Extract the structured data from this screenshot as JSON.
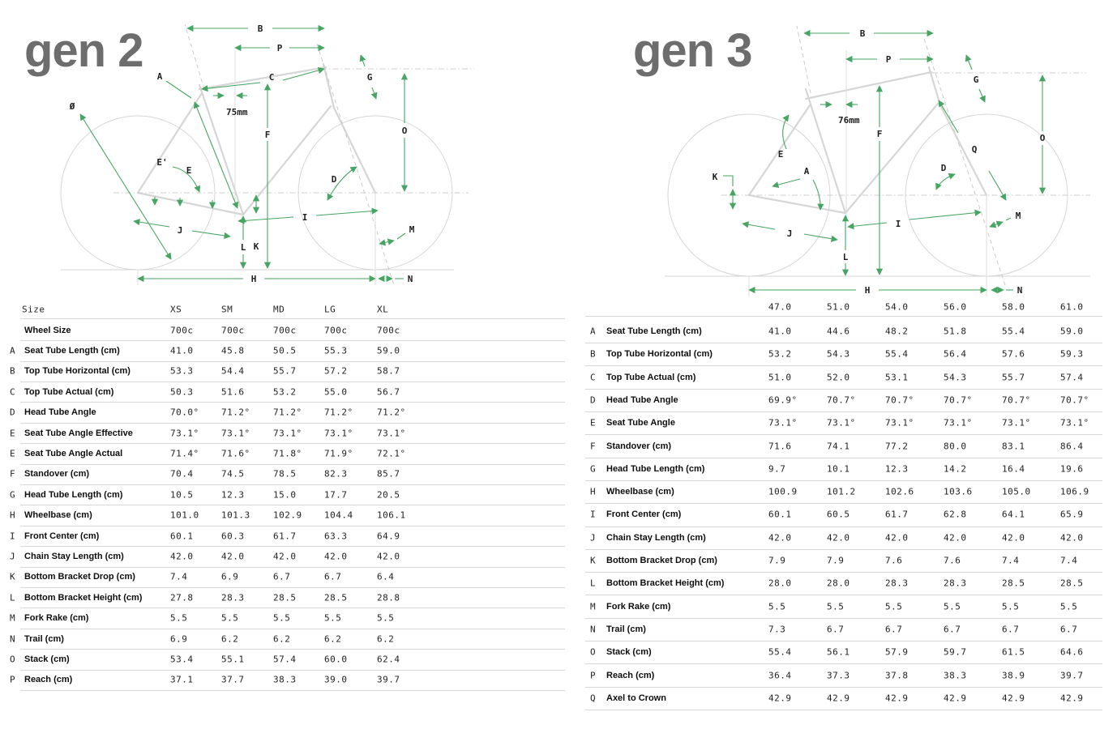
{
  "colors": {
    "accent_green": "#47a563",
    "frame_gray": "#d6d6d6",
    "title_gray": "#6d6d6d",
    "divider_gray": "#d7d7d7",
    "text": "#1f1f1f"
  },
  "gen2": {
    "title": "gen 2",
    "diagram_labels": {
      "diameter": "Ø",
      "A": "A",
      "B": "B",
      "P": "P",
      "C": "C",
      "G": "G",
      "O": "O",
      "F": "F",
      "E_prime": "E'",
      "E": "E",
      "D": "D",
      "I": "I",
      "J": "J",
      "K": "K",
      "L": "L",
      "M": "M",
      "H": "H",
      "N": "N",
      "offset": "75mm"
    },
    "table": {
      "corner": "Size",
      "columns": [
        "XS",
        "SM",
        "MD",
        "LG",
        "XL"
      ],
      "rows": [
        {
          "letter": "",
          "label": "Wheel Size",
          "values": [
            "700c",
            "700c",
            "700c",
            "700c",
            "700c"
          ]
        },
        {
          "letter": "A",
          "label": "Seat Tube Length (cm)",
          "values": [
            "41.0",
            "45.8",
            "50.5",
            "55.3",
            "59.0"
          ]
        },
        {
          "letter": "B",
          "label": "Top Tube Horizontal (cm)",
          "values": [
            "53.3",
            "54.4",
            "55.7",
            "57.2",
            "58.7"
          ]
        },
        {
          "letter": "C",
          "label": "Top Tube Actual (cm)",
          "values": [
            "50.3",
            "51.6",
            "53.2",
            "55.0",
            "56.7"
          ]
        },
        {
          "letter": "D",
          "label": "Head Tube Angle",
          "values": [
            "70.0°",
            "71.2°",
            "71.2°",
            "71.2°",
            "71.2°"
          ]
        },
        {
          "letter": "E",
          "label": "Seat Tube Angle Effective",
          "values": [
            "73.1°",
            "73.1°",
            "73.1°",
            "73.1°",
            "73.1°"
          ]
        },
        {
          "letter": "E",
          "label": "Seat Tube Angle Actual",
          "values": [
            "71.4°",
            "71.6°",
            "71.8°",
            "71.9°",
            "72.1°"
          ]
        },
        {
          "letter": "F",
          "label": "Standover (cm)",
          "values": [
            "70.4",
            "74.5",
            "78.5",
            "82.3",
            "85.7"
          ]
        },
        {
          "letter": "G",
          "label": "Head Tube Length (cm)",
          "values": [
            "10.5",
            "12.3",
            "15.0",
            "17.7",
            "20.5"
          ]
        },
        {
          "letter": "H",
          "label": "Wheelbase (cm)",
          "values": [
            "101.0",
            "101.3",
            "102.9",
            "104.4",
            "106.1"
          ]
        },
        {
          "letter": "I",
          "label": "Front Center (cm)",
          "values": [
            "60.1",
            "60.3",
            "61.7",
            "63.3",
            "64.9"
          ]
        },
        {
          "letter": "J",
          "label": "Chain Stay Length (cm)",
          "values": [
            "42.0",
            "42.0",
            "42.0",
            "42.0",
            "42.0"
          ]
        },
        {
          "letter": "K",
          "label": "Bottom Bracket Drop (cm)",
          "values": [
            "7.4",
            "6.9",
            "6.7",
            "6.7",
            "6.4"
          ]
        },
        {
          "letter": "L",
          "label": "Bottom Bracket Height (cm)",
          "values": [
            "27.8",
            "28.3",
            "28.5",
            "28.5",
            "28.8"
          ]
        },
        {
          "letter": "M",
          "label": "Fork Rake (cm)",
          "values": [
            "5.5",
            "5.5",
            "5.5",
            "5.5",
            "5.5"
          ]
        },
        {
          "letter": "N",
          "label": "Trail (cm)",
          "values": [
            "6.9",
            "6.2",
            "6.2",
            "6.2",
            "6.2"
          ]
        },
        {
          "letter": "O",
          "label": "Stack (cm)",
          "values": [
            "53.4",
            "55.1",
            "57.4",
            "60.0",
            "62.4"
          ]
        },
        {
          "letter": "P",
          "label": "Reach (cm)",
          "values": [
            "37.1",
            "37.7",
            "38.3",
            "39.0",
            "39.7"
          ]
        }
      ]
    }
  },
  "gen3": {
    "title": "gen 3",
    "diagram_labels": {
      "A": "A",
      "B": "B",
      "P": "P",
      "G": "G",
      "O": "O",
      "F": "F",
      "E": "E",
      "D": "D",
      "Q": "Q",
      "I": "I",
      "J": "J",
      "K": "K",
      "L": "L",
      "M": "M",
      "H": "H",
      "N": "N",
      "offset": "76mm"
    },
    "table": {
      "corner": "",
      "columns": [
        "47.0",
        "51.0",
        "54.0",
        "56.0",
        "58.0",
        "61.0"
      ],
      "rows": [
        {
          "letter": "A",
          "label": "Seat Tube Length (cm)",
          "values": [
            "41.0",
            "44.6",
            "48.2",
            "51.8",
            "55.4",
            "59.0"
          ]
        },
        {
          "letter": "B",
          "label": "Top Tube Horizontal (cm)",
          "values": [
            "53.2",
            "54.3",
            "55.4",
            "56.4",
            "57.6",
            "59.3"
          ]
        },
        {
          "letter": "C",
          "label": "Top Tube Actual (cm)",
          "values": [
            "51.0",
            "52.0",
            "53.1",
            "54.3",
            "55.7",
            "57.4"
          ]
        },
        {
          "letter": "D",
          "label": "Head Tube Angle",
          "values": [
            "69.9°",
            "70.7°",
            "70.7°",
            "70.7°",
            "70.7°",
            "70.7°"
          ]
        },
        {
          "letter": "E",
          "label": "Seat Tube Angle",
          "values": [
            "73.1°",
            "73.1°",
            "73.1°",
            "73.1°",
            "73.1°",
            "73.1°"
          ]
        },
        {
          "letter": "F",
          "label": "Standover (cm)",
          "values": [
            "71.6",
            "74.1",
            "77.2",
            "80.0",
            "83.1",
            "86.4"
          ]
        },
        {
          "letter": "G",
          "label": "Head Tube Length (cm)",
          "values": [
            "9.7",
            "10.1",
            "12.3",
            "14.2",
            "16.4",
            "19.6"
          ]
        },
        {
          "letter": "H",
          "label": "Wheelbase (cm)",
          "values": [
            "100.9",
            "101.2",
            "102.6",
            "103.6",
            "105.0",
            "106.9"
          ]
        },
        {
          "letter": "I",
          "label": "Front Center (cm)",
          "values": [
            "60.1",
            "60.5",
            "61.7",
            "62.8",
            "64.1",
            "65.9"
          ]
        },
        {
          "letter": "J",
          "label": "Chain Stay Length (cm)",
          "values": [
            "42.0",
            "42.0",
            "42.0",
            "42.0",
            "42.0",
            "42.0"
          ]
        },
        {
          "letter": "K",
          "label": "Bottom Bracket Drop (cm)",
          "values": [
            "7.9",
            "7.9",
            "7.6",
            "7.6",
            "7.4",
            "7.4"
          ]
        },
        {
          "letter": "L",
          "label": "Bottom Bracket Height (cm)",
          "values": [
            "28.0",
            "28.0",
            "28.3",
            "28.3",
            "28.5",
            "28.5"
          ]
        },
        {
          "letter": "M",
          "label": "Fork Rake (cm)",
          "values": [
            "5.5",
            "5.5",
            "5.5",
            "5.5",
            "5.5",
            "5.5"
          ]
        },
        {
          "letter": "N",
          "label": "Trail (cm)",
          "values": [
            "7.3",
            "6.7",
            "6.7",
            "6.7",
            "6.7",
            "6.7"
          ]
        },
        {
          "letter": "O",
          "label": "Stack (cm)",
          "values": [
            "55.4",
            "56.1",
            "57.9",
            "59.7",
            "61.5",
            "64.6"
          ]
        },
        {
          "letter": "P",
          "label": "Reach (cm)",
          "values": [
            "36.4",
            "37.3",
            "37.8",
            "38.3",
            "38.9",
            "39.7"
          ]
        },
        {
          "letter": "Q",
          "label": "Axel to Crown",
          "values": [
            "42.9",
            "42.9",
            "42.9",
            "42.9",
            "42.9",
            "42.9"
          ]
        }
      ]
    }
  }
}
